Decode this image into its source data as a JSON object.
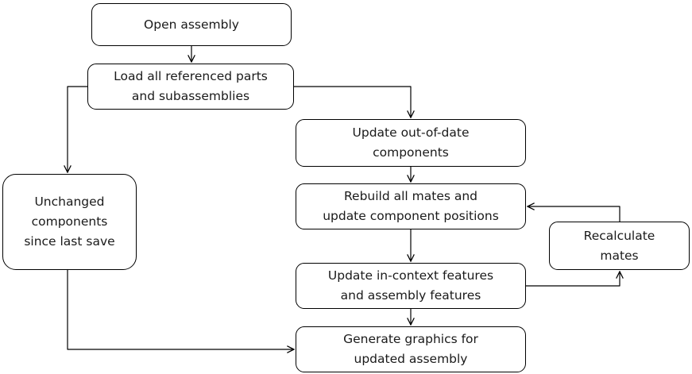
{
  "nodes": [
    {
      "id": "open-assembly",
      "label": "Open assembly"
    },
    {
      "id": "load-parts",
      "label": "Load all referenced parts\nand subassemblies"
    },
    {
      "id": "update-components",
      "label": "Update out-of-date\ncomponents"
    },
    {
      "id": "rebuild-mates",
      "label": "Rebuild all mates and\nupdate component positions"
    },
    {
      "id": "unchanged-components",
      "label": "Unchanged\ncomponents\nsince last save"
    },
    {
      "id": "recalculate-mates",
      "label": "Recalculate\nmates"
    },
    {
      "id": "update-features",
      "label": "Update in-context features\nand assembly features"
    },
    {
      "id": "generate-graphics",
      "label": "Generate graphics for\nupdated assembly"
    }
  ],
  "edges": [
    {
      "from": "open-assembly",
      "to": "load-parts"
    },
    {
      "from": "load-parts",
      "to": "unchanged-components"
    },
    {
      "from": "load-parts",
      "to": "update-components"
    },
    {
      "from": "update-components",
      "to": "rebuild-mates"
    },
    {
      "from": "rebuild-mates",
      "to": "update-features"
    },
    {
      "from": "update-features",
      "to": "generate-graphics"
    },
    {
      "from": "unchanged-components",
      "to": "generate-graphics"
    },
    {
      "from": "update-features",
      "to": "recalculate-mates"
    },
    {
      "from": "recalculate-mates",
      "to": "rebuild-mates"
    }
  ],
  "colors": {
    "background": "#ffffff",
    "node_fill": "#ffffff",
    "node_stroke": "#000000",
    "text": "#1a1a1a",
    "arrow": "#000000"
  }
}
